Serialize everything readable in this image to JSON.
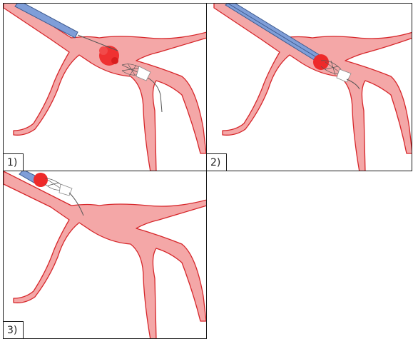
{
  "panels": [
    {
      "label": "1)"
    },
    {
      "label": "2)"
    },
    {
      "label": "3)"
    }
  ],
  "colors": {
    "vessel_fill": "#f4a7a7",
    "vessel_outline": "#d6262a",
    "clot": "#ee2a2a",
    "catheter": "#7f9ed8",
    "catheter_edge": "#3d5a8f",
    "device": "#ffffff",
    "wire": "#555555"
  }
}
